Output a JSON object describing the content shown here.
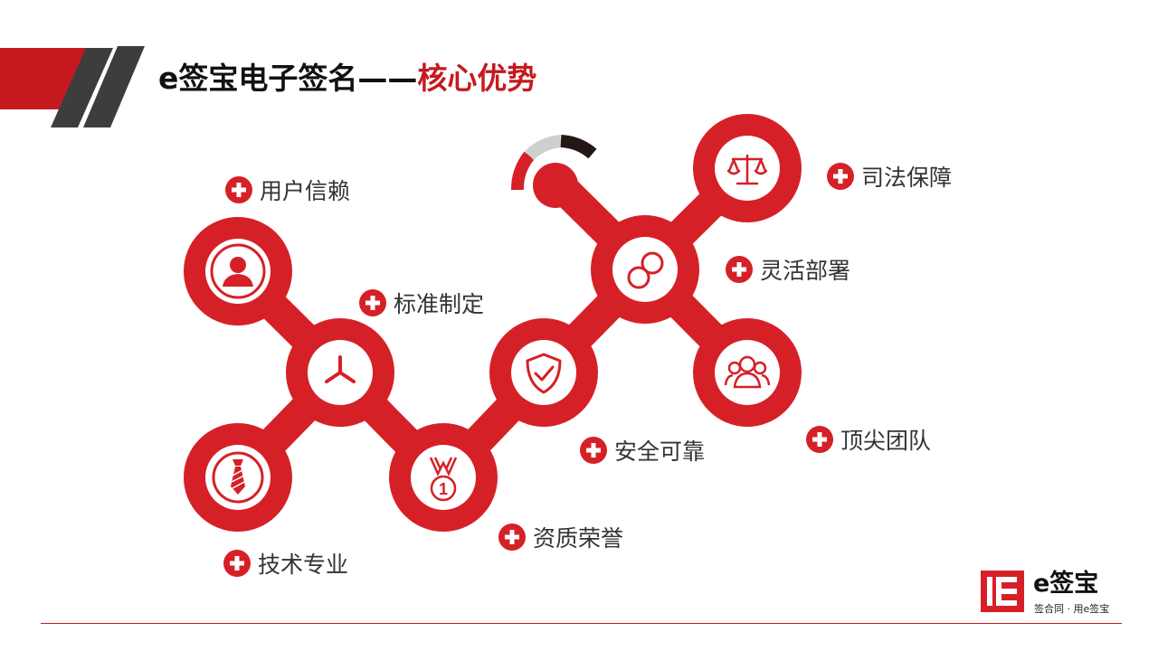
{
  "title": {
    "main": "e签宝电子签名——",
    "accent": "核心优势"
  },
  "features": {
    "user_trust": "用户信赖",
    "custom": "标准制定",
    "tech": "技术专业",
    "honor": "资质荣誉",
    "safe": "安全可靠",
    "flexible": "灵活部署",
    "judicial": "司法保障",
    "team": "顶尖团队"
  },
  "logo": {
    "name": "e签宝",
    "tagline": "签合同 · 用e签宝"
  },
  "colors": {
    "brand_red": "#d62027",
    "dark": "#3d3d3d"
  },
  "icons": [
    "user-icon",
    "tri-spoke-icon",
    "tie-icon",
    "medal-icon",
    "shield-check-icon",
    "circles-icon",
    "scales-icon",
    "team-icon",
    "plus-icon"
  ]
}
